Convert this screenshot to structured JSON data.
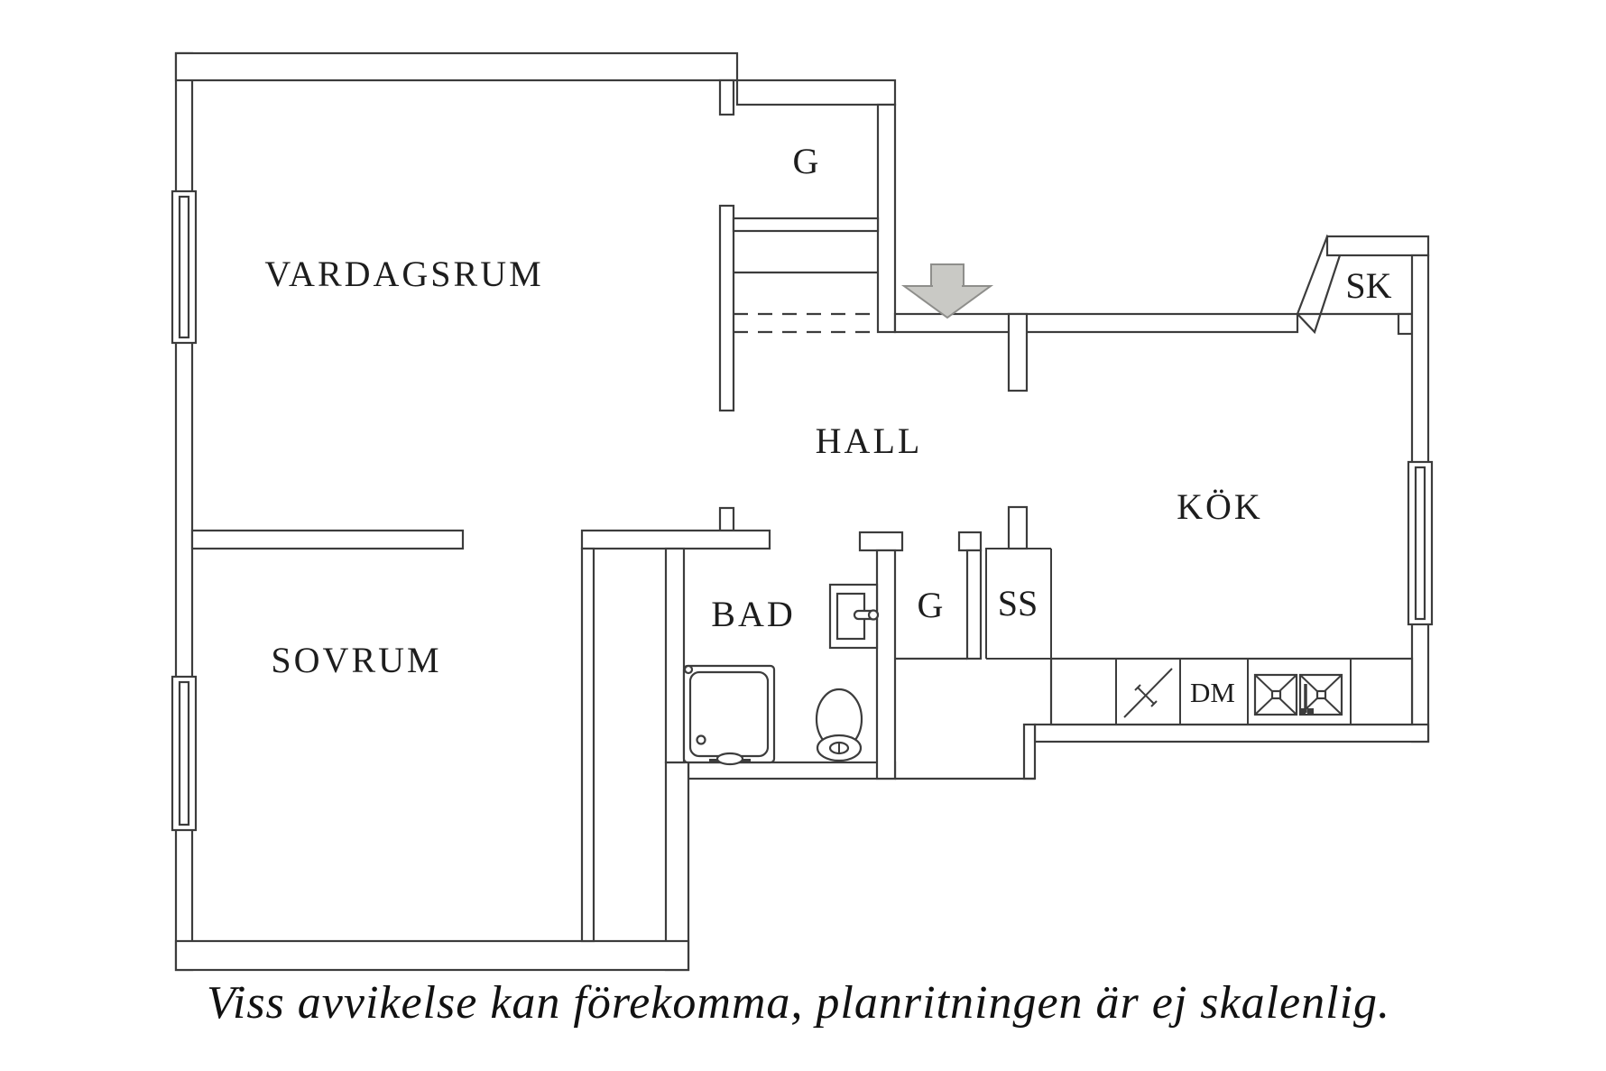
{
  "labels": {
    "vardagsrum": "VARDAGSRUM",
    "sovrum": "SOVRUM",
    "hall": "HALL",
    "kok": "KÖK",
    "bad": "BAD",
    "closet_g_top": "G",
    "closet_g_hall": "G",
    "closet_ss": "SS",
    "closet_sk": "SK",
    "dishwasher": "DM"
  },
  "caption": "Viss avvikelse kan förekomma, planritningen är ej skalenlig.",
  "colors": {
    "line": "#3c3c3c",
    "background": "#ffffff",
    "entry_arrow_fill": "#c9c9c5",
    "entry_arrow_stroke": "#8e8e8b"
  },
  "icons": {
    "entry_arrow": "entry-arrow-icon"
  }
}
